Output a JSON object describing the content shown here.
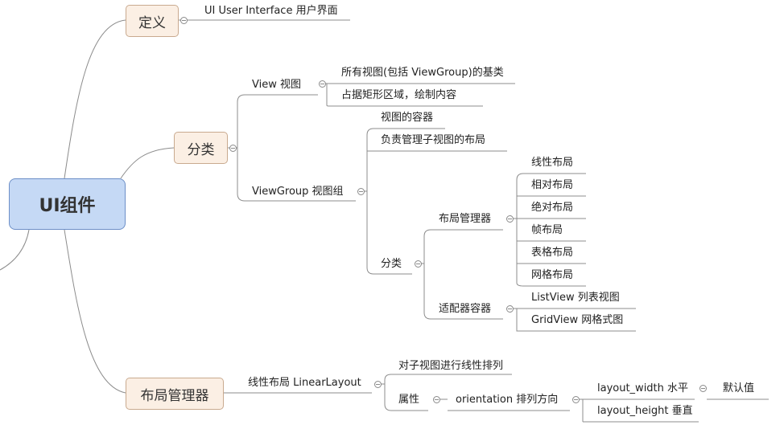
{
  "root": {
    "label": "UI组件"
  },
  "definition": {
    "label": "定义",
    "content": "UI User Interface  用户界面"
  },
  "classification": {
    "label": "分类",
    "view": {
      "label": "View   视图",
      "items": [
        "所有视图(包括 ViewGroup)的基类",
        "占据矩形区域，绘制内容"
      ]
    },
    "viewgroup": {
      "label": "ViewGroup  视图组",
      "items": [
        "视图的容器",
        "负责管理子视图的布局"
      ],
      "category": {
        "label": "分类",
        "layout_manager": {
          "label": "布局管理器",
          "items": [
            "线性布局",
            "相对布局",
            "绝对布局",
            "帧布局",
            "表格布局",
            "网格布局"
          ]
        },
        "adapter_container": {
          "label": "适配器容器",
          "items": [
            "ListView   列表视图",
            "GridView  网格式图"
          ]
        }
      }
    }
  },
  "layout_manager": {
    "label": "布局管理器",
    "linear": {
      "label": "线性布局   LinearLayout",
      "description": "对子视图进行线性排列",
      "attribute": {
        "label": "属性",
        "orientation": {
          "label": "orientation  排列方向",
          "horizontal": "layout_width  水平",
          "default": "默认值",
          "vertical": "layout_height  垂直"
        }
      }
    }
  }
}
